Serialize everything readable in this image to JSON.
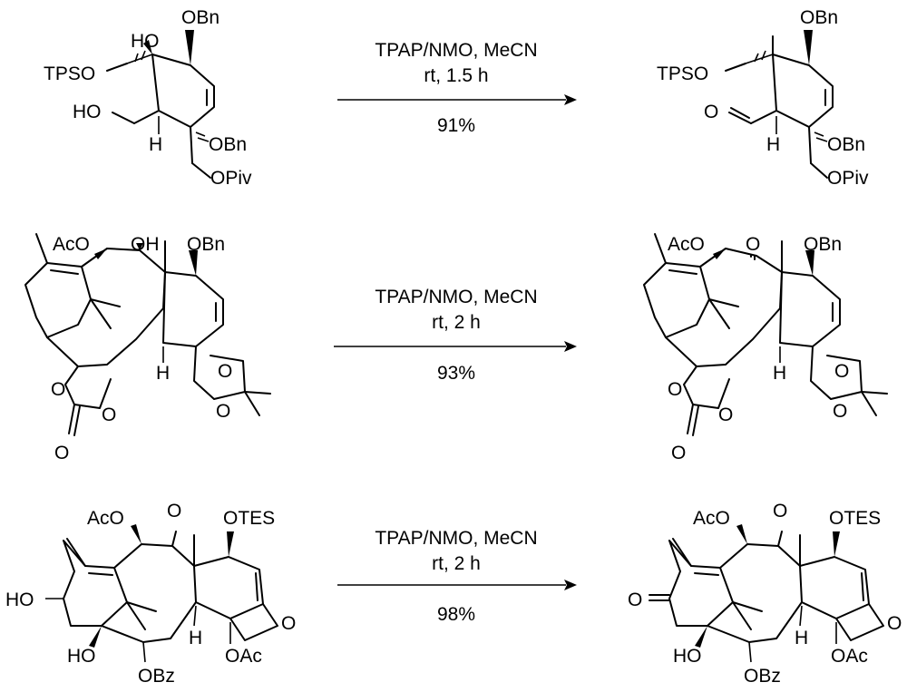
{
  "reactions": [
    {
      "conditions_line1": "TPAP/NMO, MeCN",
      "conditions_line2": "rt,  1.5 h",
      "yield": "91%",
      "substrate_labels": [
        "OBn",
        "HO",
        "TPSO",
        "HO",
        "H",
        "OBn",
        "OPiv"
      ],
      "product_labels": [
        "OBn",
        "TPSO",
        "O",
        "H",
        "OBn",
        "OPiv"
      ]
    },
    {
      "conditions_line1": "TPAP/NMO, MeCN",
      "conditions_line2": "rt,  2 h",
      "yield": "93%",
      "substrate_labels": [
        "AcO",
        "OH",
        "OBn",
        "H",
        "O",
        "O",
        "O",
        "O",
        "O"
      ],
      "product_labels": [
        "AcO",
        "O",
        "OBn",
        "H",
        "O",
        "O",
        "O",
        "O",
        "O"
      ]
    },
    {
      "conditions_line1": "TPAP/NMO, MeCN",
      "conditions_line2": "rt,  2 h",
      "yield": "98%",
      "substrate_labels": [
        "AcO",
        "O",
        "OTES",
        "HO",
        "H",
        "O",
        "HO",
        "OBz",
        "OAc"
      ],
      "product_labels": [
        "AcO",
        "O",
        "OTES",
        "O",
        "H",
        "O",
        "HO",
        "OBz",
        "OAc"
      ]
    }
  ]
}
